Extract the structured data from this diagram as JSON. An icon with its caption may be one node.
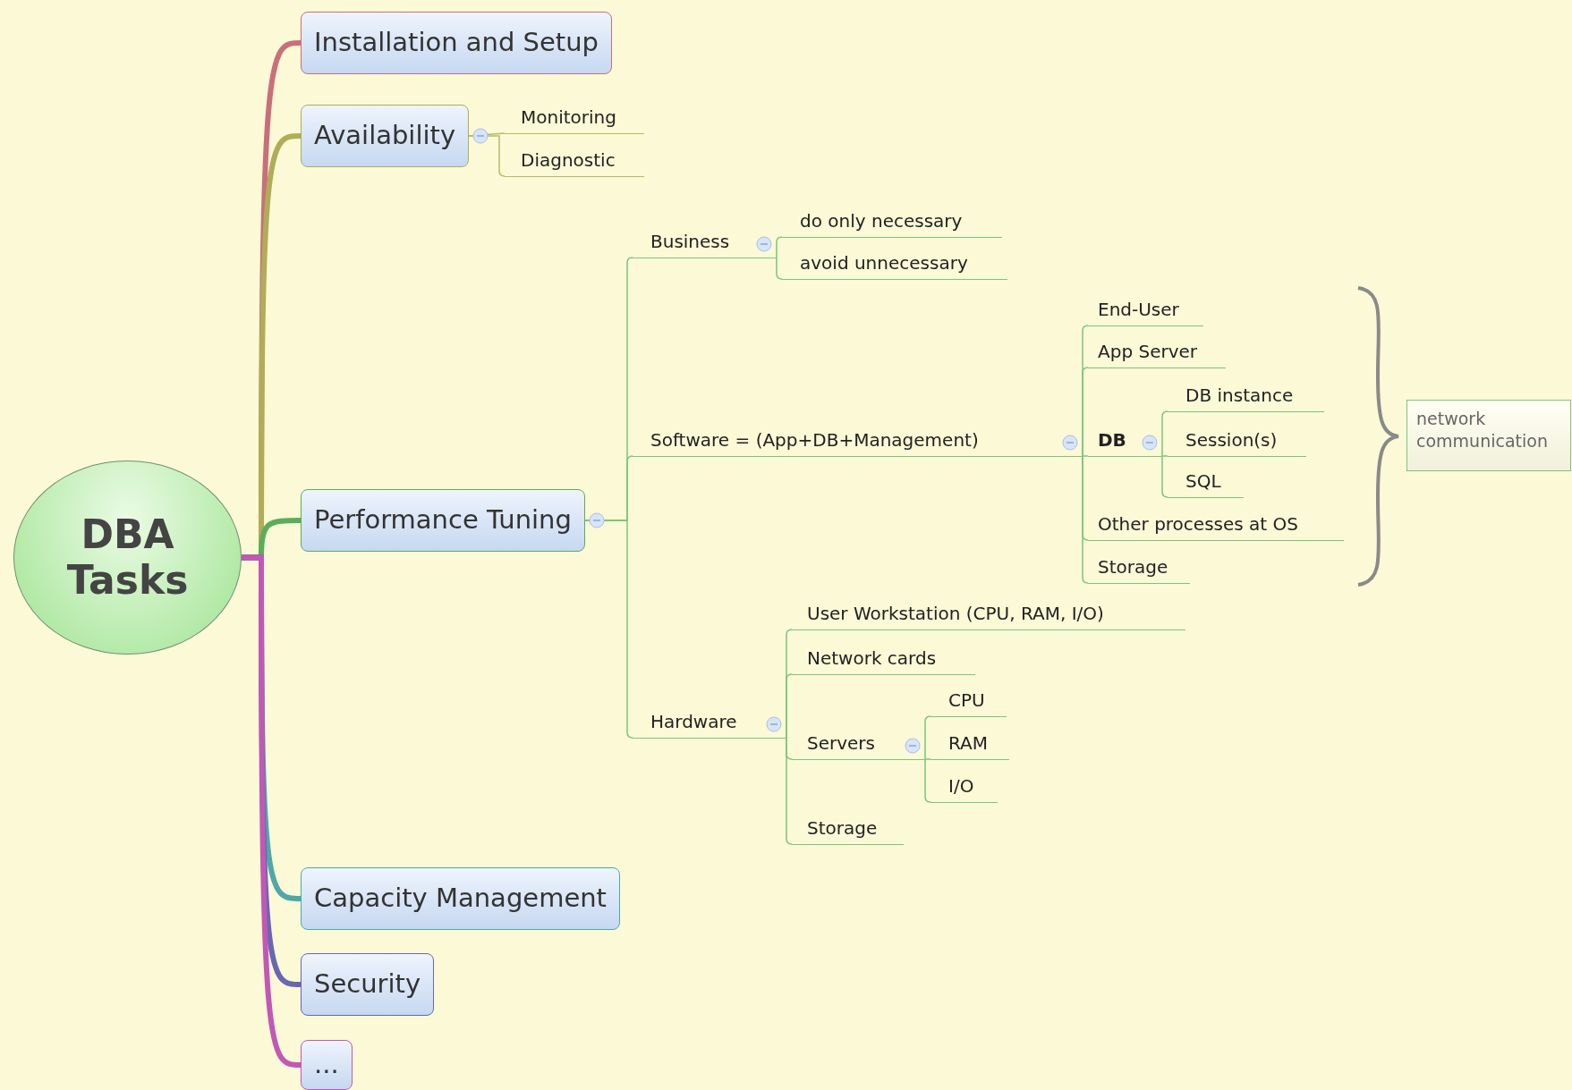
{
  "diagram": {
    "nodes": [
      {
        "text": [
          "DBA Tasks"
        ]
      },
      {
        "text": [
          "Installation and Setup"
        ]
      },
      {
        "text": [
          "Availability"
        ]
      },
      {
        "text": [
          "Monitoring"
        ]
      },
      {
        "text": [
          "Diagnostic"
        ]
      },
      {
        "text": [
          "Performance Tuning"
        ]
      },
      {
        "text": [
          "Business"
        ]
      },
      {
        "text": [
          "do only necessary"
        ]
      },
      {
        "text": [
          "avoid unnecessary"
        ]
      },
      {
        "text": [
          "Software = (App+DB+Management)"
        ]
      },
      {
        "text": [
          "End-User"
        ]
      },
      {
        "text": [
          "App Server"
        ]
      },
      {
        "text": [
          "DB"
        ]
      },
      {
        "text": [
          "DB instance"
        ]
      },
      {
        "text": [
          "Session(s)"
        ]
      },
      {
        "text": [
          "SQL"
        ]
      },
      {
        "text": [
          "Other processes at OS"
        ]
      },
      {
        "text": [
          "Storage"
        ]
      },
      {
        "text": [
          "network communication"
        ]
      },
      {
        "text": [
          "Hardware"
        ]
      },
      {
        "text": [
          "User Workstation (CPU, RAM, I/O)"
        ]
      },
      {
        "text": [
          "Network cards"
        ]
      },
      {
        "text": [
          "Servers"
        ]
      },
      {
        "text": [
          "CPU"
        ]
      },
      {
        "text": [
          "RAM"
        ]
      },
      {
        "text": [
          "I/O"
        ]
      },
      {
        "text": [
          "Storage"
        ]
      },
      {
        "text": [
          "Capacity Management"
        ]
      },
      {
        "text": [
          "Security"
        ]
      },
      {
        "text": [
          "..."
        ]
      }
    ],
    "edges": [
      {
        "from": 0,
        "to": 1,
        "arrow": "none",
        "style": "thick",
        "color": "#c8707a"
      },
      {
        "from": 0,
        "to": 2,
        "arrow": "none",
        "style": "thick",
        "color": "#b0ac58"
      },
      {
        "from": 2,
        "to": 3,
        "arrow": "none",
        "color": "#b8ba66"
      },
      {
        "from": 2,
        "to": 4,
        "arrow": "none",
        "color": "#b8ba66"
      },
      {
        "from": 0,
        "to": 5,
        "arrow": "none",
        "style": "thick",
        "color": "#5aae5a"
      },
      {
        "from": 5,
        "to": 6,
        "arrow": "none"
      },
      {
        "from": 6,
        "to": 7,
        "arrow": "none"
      },
      {
        "from": 6,
        "to": 8,
        "arrow": "none"
      },
      {
        "from": 5,
        "to": 9,
        "arrow": "none"
      },
      {
        "from": 9,
        "to": 10,
        "arrow": "none"
      },
      {
        "from": 9,
        "to": 11,
        "arrow": "none"
      },
      {
        "from": 9,
        "to": 12,
        "arrow": "none"
      },
      {
        "from": 12,
        "to": 13,
        "arrow": "none"
      },
      {
        "from": 12,
        "to": 14,
        "arrow": "none"
      },
      {
        "from": 12,
        "to": 15,
        "arrow": "none"
      },
      {
        "from": 9,
        "to": 16,
        "arrow": "none"
      },
      {
        "from": 9,
        "to": 17,
        "arrow": "none"
      },
      {
        "from": 5,
        "to": 19,
        "arrow": "none"
      },
      {
        "from": 19,
        "to": 20,
        "arrow": "none"
      },
      {
        "from": 19,
        "to": 21,
        "arrow": "none"
      },
      {
        "from": 19,
        "to": 22,
        "arrow": "none"
      },
      {
        "from": 22,
        "to": 23,
        "arrow": "none"
      },
      {
        "from": 22,
        "to": 24,
        "arrow": "none"
      },
      {
        "from": 22,
        "to": 25,
        "arrow": "none"
      },
      {
        "from": 19,
        "to": 26,
        "arrow": "none"
      },
      {
        "from": 0,
        "to": 27,
        "arrow": "none",
        "style": "thick",
        "color": "#4fa8a8"
      },
      {
        "from": 0,
        "to": 28,
        "arrow": "none",
        "style": "thick",
        "color": "#6868b0"
      },
      {
        "from": 0,
        "to": 29,
        "arrow": "none",
        "style": "thick",
        "color": "#c258b6"
      }
    ]
  }
}
